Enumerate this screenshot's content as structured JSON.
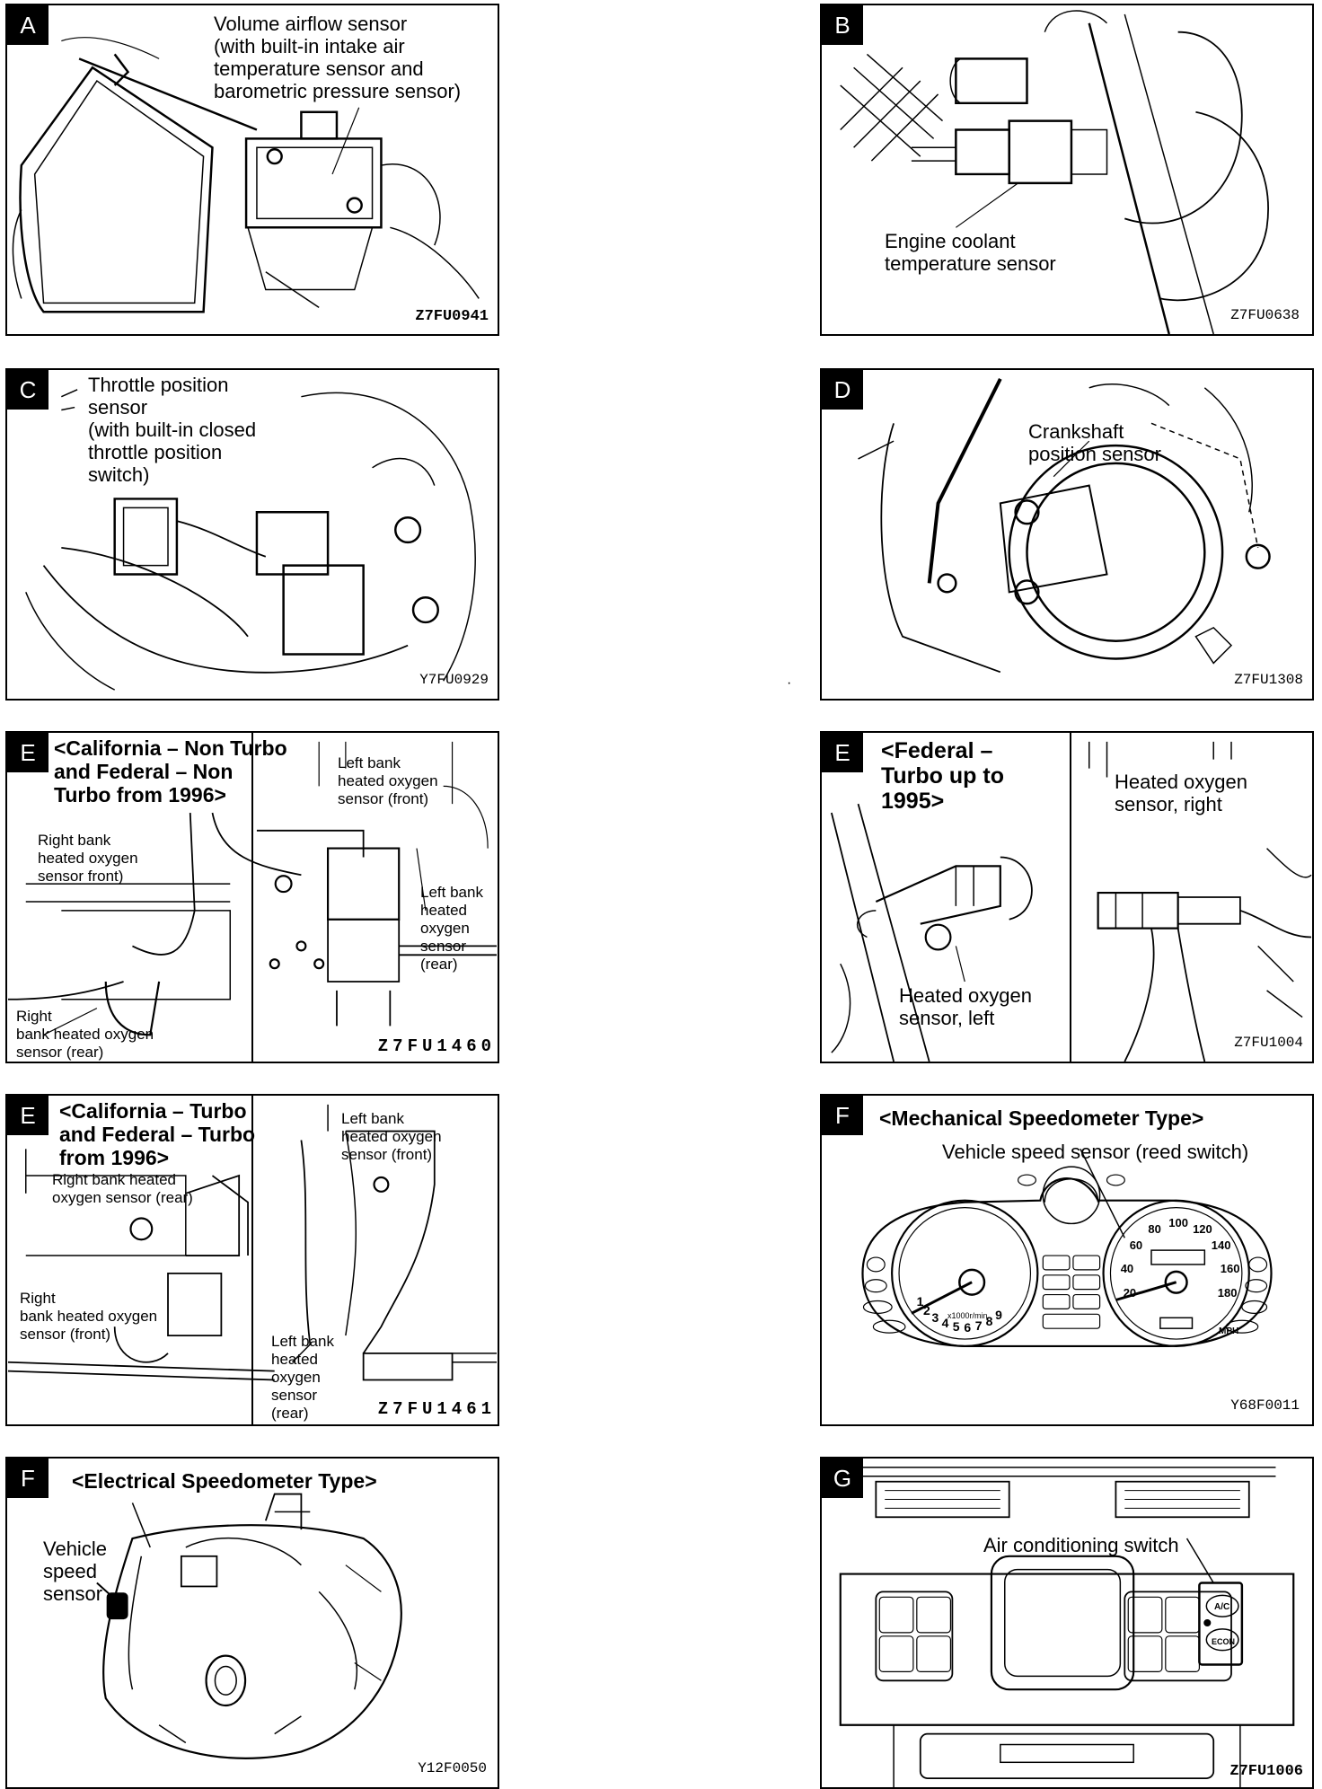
{
  "panels": {
    "A": {
      "letter": "A",
      "label": "Volume airflow sensor\n(with built-in intake air\ntemperature sensor and\nbarometric pressure sensor)",
      "code": "Z7FU0941"
    },
    "B": {
      "letter": "B",
      "label": "Engine coolant\ntemperature sensor",
      "code": "Z7FU0638"
    },
    "C": {
      "letter": "C",
      "label": "Throttle position\nsensor\n(with built-in closed\nthrottle position\nswitch)",
      "code": "Y7FU0929"
    },
    "D": {
      "letter": "D",
      "label": "Crankshaft\nposition sensor",
      "code": "Z7FU1308"
    },
    "E1": {
      "letter": "E",
      "heading": "<California – Non Turbo\nand Federal – Non\nTurbo from 1996>",
      "label_left_front": "Left bank\nheated oxygen\nsensor (front)",
      "label_right_front": "Right bank\nheated oxygen\nsensor front)",
      "label_left_rear": "Left bank\nheated\noxygen\nsensor\n(rear)",
      "label_right_rear": "Right\nbank heated oxygen\nsensor (rear)",
      "code": "Z7FU1460"
    },
    "E2": {
      "letter": "E",
      "heading": "<Federal –\nTurbo up to\n1995>",
      "label_right": "Heated oxygen\nsensor, right",
      "label_left": "Heated oxygen\nsensor, left",
      "code": "Z7FU1004"
    },
    "E3": {
      "letter": "E",
      "heading": "<California – Turbo\nand Federal – Turbo\nfrom 1996>",
      "label_left_front": "Left bank\nheated oxygen\nsensor (front)",
      "label_right_rear": "Right bank heated\noxygen sensor (rear)",
      "label_right_front": "Right\nbank heated oxygen\nsensor (front)",
      "label_left_rear": "Left bank\nheated\noxygen\nsensor\n(rear)",
      "code": "Z7FU1461"
    },
    "F1": {
      "letter": "F",
      "heading": "<Mechanical Speedometer Type>",
      "label": "Vehicle speed sensor (reed switch)",
      "code": "Y68F0011",
      "tach_numbers": [
        "1",
        "2",
        "3",
        "4",
        "5",
        "6",
        "7",
        "8",
        "9"
      ],
      "tach_unit": "x1000r/min",
      "speed_numbers": [
        "20",
        "40",
        "60",
        "80",
        "100",
        "120",
        "140",
        "160",
        "180"
      ],
      "speed_unit": "MPH"
    },
    "F2": {
      "letter": "F",
      "heading": "<Electrical Speedometer Type>",
      "label": "Vehicle\nspeed\nsensor",
      "code": "Y12F0050"
    },
    "G": {
      "letter": "G",
      "label": "Air conditioning switch",
      "button_ac": "A/C",
      "button_econ": "ECON",
      "code": "Z7FU1006"
    }
  }
}
